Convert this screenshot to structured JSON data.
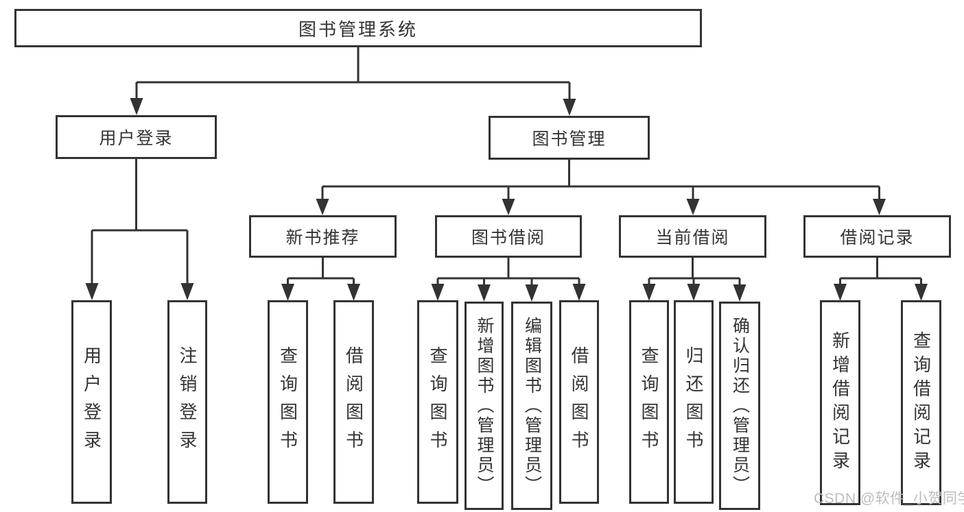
{
  "title": "图书管理系统",
  "colors": {
    "line": "#333333",
    "border": "#333333",
    "text": "#333333",
    "box_background": "#ffffff",
    "page_background": "#ffffff",
    "watermark": "#bdbdbd"
  },
  "watermark": {
    "text": "CSDN @软件_小贺同学"
  },
  "nodes": {
    "root": {
      "label": "图书管理系统"
    },
    "l2": [
      {
        "label": "用户登录"
      },
      {
        "label": "图书管理"
      }
    ],
    "l3": [
      {
        "label": "新书推荐"
      },
      {
        "label": "图书借阅"
      },
      {
        "label": "当前借阅"
      },
      {
        "label": "借阅记录"
      }
    ],
    "l4": [
      {
        "label": "用户登录"
      },
      {
        "label": "注销登录"
      },
      {
        "label": "查询图书"
      },
      {
        "label": "借阅图书"
      },
      {
        "label": "查询图书"
      },
      {
        "label": "新增图书（管理员）"
      },
      {
        "label": "编辑图书（管理员）"
      },
      {
        "label": "借阅图书"
      },
      {
        "label": "查询图书"
      },
      {
        "label": "归还图书"
      },
      {
        "label": "确认归还（管理员）"
      },
      {
        "label": "新增借阅记录"
      },
      {
        "label": "查询借阅记录"
      }
    ]
  },
  "hierarchy": {
    "图书管理系统": {
      "用户登录": [
        "用户登录",
        "注销登录"
      ],
      "图书管理": {
        "新书推荐": [
          "查询图书",
          "借阅图书"
        ],
        "图书借阅": [
          "查询图书",
          "新增图书（管理员）",
          "编辑图书（管理员）",
          "借阅图书"
        ],
        "当前借阅": [
          "查询图书",
          "归还图书",
          "确认归还（管理员）"
        ],
        "借阅记录": [
          "新增借阅记录",
          "查询借阅记录"
        ]
      }
    }
  }
}
